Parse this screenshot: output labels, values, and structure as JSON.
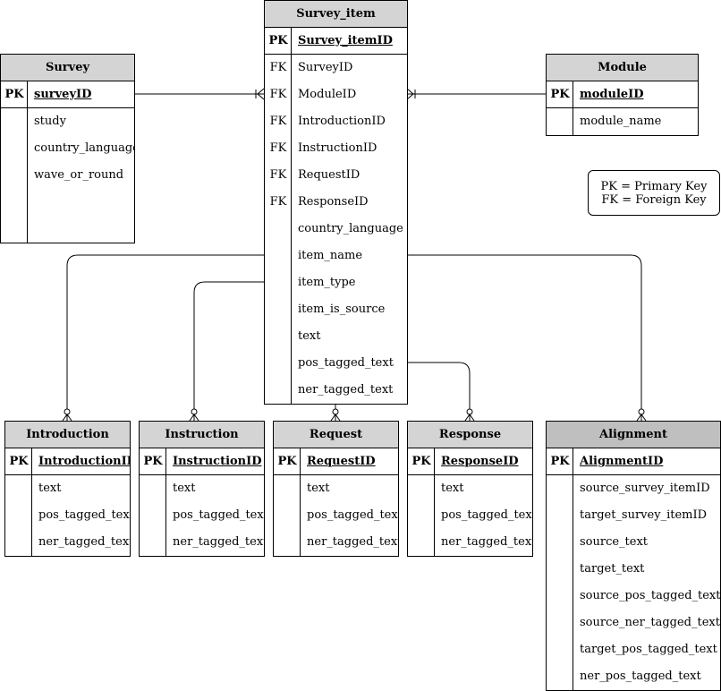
{
  "entities": {
    "survey_item": {
      "title": "Survey_item",
      "pk_key": "PK",
      "pk": "Survey_itemID",
      "fields": [
        {
          "key": "FK",
          "name": "SurveyID"
        },
        {
          "key": "FK",
          "name": "ModuleID"
        },
        {
          "key": "FK",
          "name": "IntroductionID"
        },
        {
          "key": "FK",
          "name": "InstructionID"
        },
        {
          "key": "FK",
          "name": "RequestID"
        },
        {
          "key": "FK",
          "name": "ResponseID"
        },
        {
          "key": "",
          "name": "country_language"
        },
        {
          "key": "",
          "name": "item_name"
        },
        {
          "key": "",
          "name": "item_type"
        },
        {
          "key": "",
          "name": "item_is_source"
        },
        {
          "key": "",
          "name": "text"
        },
        {
          "key": "",
          "name": "pos_tagged_text"
        },
        {
          "key": "",
          "name": "ner_tagged_text"
        }
      ]
    },
    "survey": {
      "title": "Survey",
      "pk_key": "PK",
      "pk": "surveyID",
      "fields": [
        {
          "key": "",
          "name": "study"
        },
        {
          "key": "",
          "name": "country_language"
        },
        {
          "key": "",
          "name": "wave_or_round"
        }
      ]
    },
    "module": {
      "title": "Module",
      "pk_key": "PK",
      "pk": "moduleID",
      "fields": [
        {
          "key": "",
          "name": "module_name"
        }
      ]
    },
    "introduction": {
      "title": "Introduction",
      "pk_key": "PK",
      "pk": "IntroductionID",
      "fields": [
        {
          "key": "",
          "name": "text"
        },
        {
          "key": "",
          "name": "pos_tagged_text"
        },
        {
          "key": "",
          "name": "ner_tagged_text"
        }
      ]
    },
    "instruction": {
      "title": "Instruction",
      "pk_key": "PK",
      "pk": "InstructionID",
      "fields": [
        {
          "key": "",
          "name": "text"
        },
        {
          "key": "",
          "name": "pos_tagged_text"
        },
        {
          "key": "",
          "name": "ner_tagged_text"
        }
      ]
    },
    "request": {
      "title": "Request",
      "pk_key": "PK",
      "pk": "RequestID",
      "fields": [
        {
          "key": "",
          "name": "text"
        },
        {
          "key": "",
          "name": "pos_tagged_text"
        },
        {
          "key": "",
          "name": "ner_tagged_text"
        }
      ]
    },
    "response": {
      "title": "Response",
      "pk_key": "PK",
      "pk": "ResponseID",
      "fields": [
        {
          "key": "",
          "name": "text"
        },
        {
          "key": "",
          "name": "pos_tagged_text"
        },
        {
          "key": "",
          "name": "ner_tagged_text"
        }
      ]
    },
    "alignment": {
      "title": "Alignment",
      "pk_key": "PK",
      "pk": "AlignmentID",
      "fields": [
        {
          "key": "",
          "name": "source_survey_itemID"
        },
        {
          "key": "",
          "name": "target_survey_itemID"
        },
        {
          "key": "",
          "name": "source_text"
        },
        {
          "key": "",
          "name": "target_text"
        },
        {
          "key": "",
          "name": "source_pos_tagged_text"
        },
        {
          "key": "",
          "name": "source_ner_tagged_text"
        },
        {
          "key": "",
          "name": "target_pos_tagged_text"
        },
        {
          "key": "",
          "name": "ner_pos_tagged_text"
        }
      ]
    }
  },
  "legend": {
    "line1": "PK = Primary Key",
    "line2": "FK = Foreign Key"
  },
  "colors": {
    "header_fill": "#d4d4d4",
    "alignment_header_fill": "#bfbfbf",
    "line": "#000000"
  },
  "relationships": [
    {
      "from": "survey",
      "to": "survey_item",
      "cardinality": "one-to-many"
    },
    {
      "from": "module",
      "to": "survey_item",
      "cardinality": "one-to-many"
    },
    {
      "from": "survey_item",
      "to": "introduction",
      "cardinality": "zero-or-many"
    },
    {
      "from": "survey_item",
      "to": "instruction",
      "cardinality": "zero-or-many"
    },
    {
      "from": "survey_item",
      "to": "request",
      "cardinality": "zero-or-many"
    },
    {
      "from": "survey_item",
      "to": "response",
      "cardinality": "zero-or-many"
    },
    {
      "from": "survey_item",
      "to": "alignment",
      "cardinality": "zero-or-many"
    }
  ]
}
